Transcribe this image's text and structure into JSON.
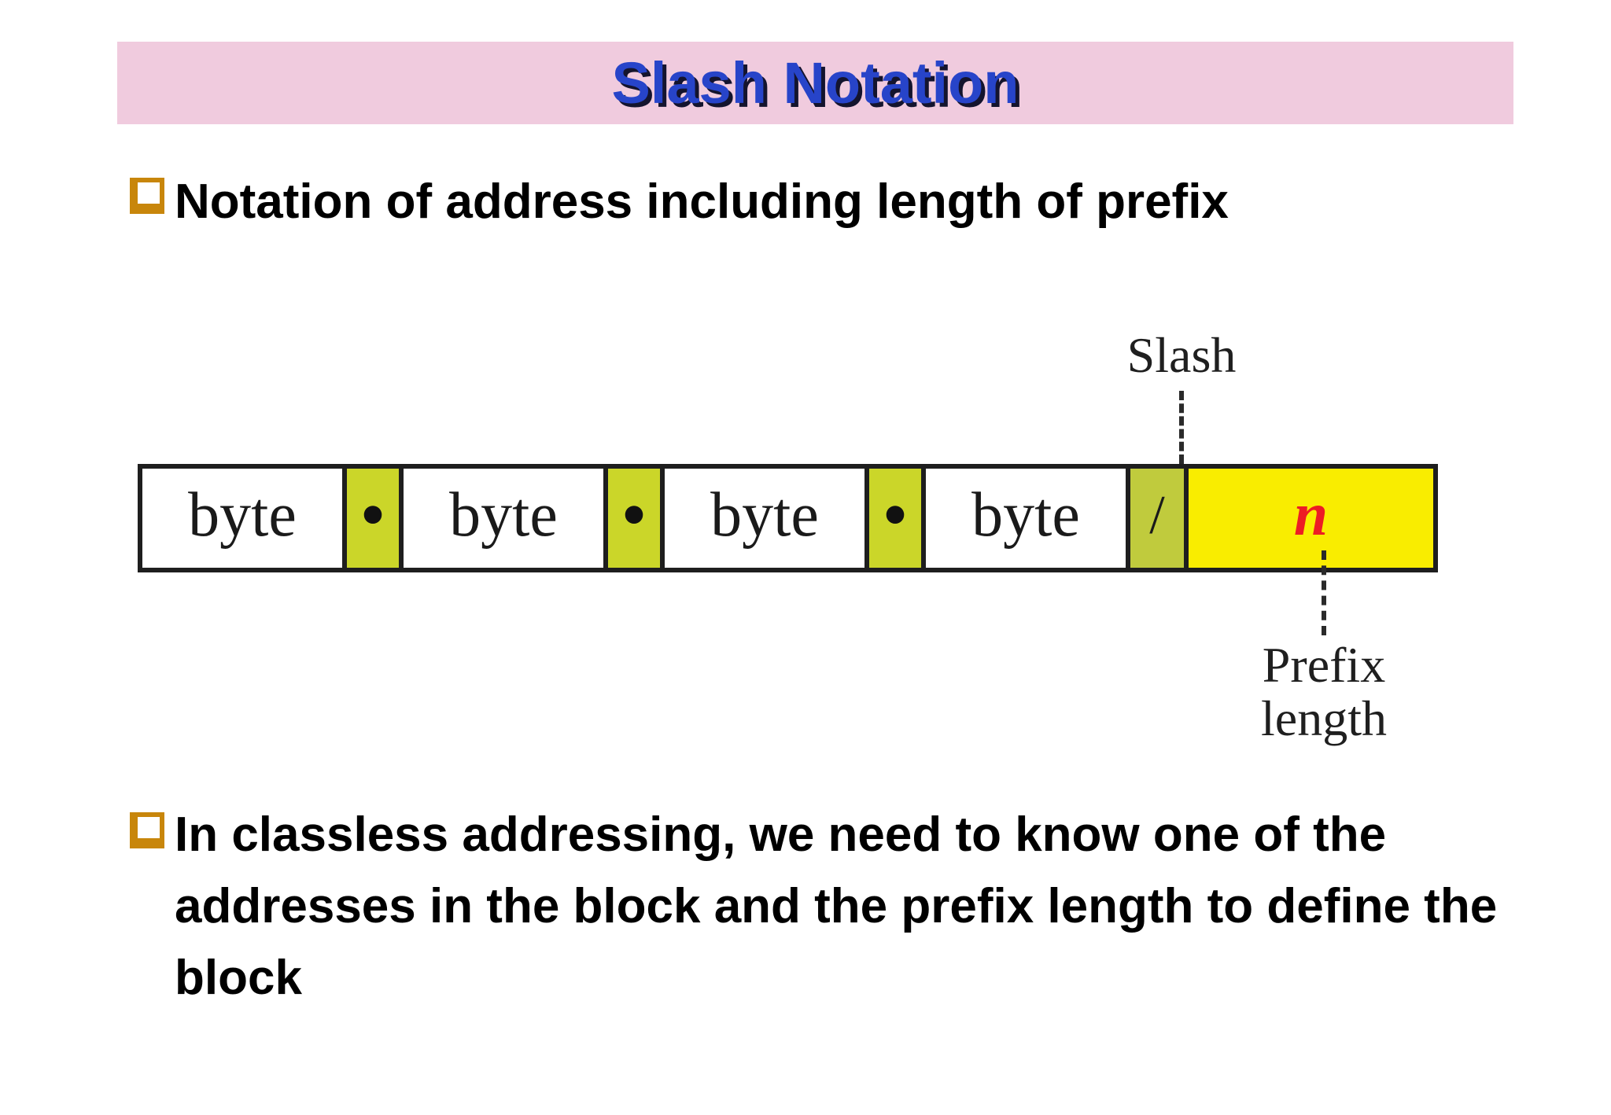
{
  "slide": {
    "title": "Slash Notation",
    "bullets": {
      "first": "Notation of address including length of prefix",
      "second_lines": [
        "In classless addressing, we need to know one of the",
        "addresses in the block and the prefix length to define the",
        "block"
      ]
    }
  },
  "diagram": {
    "cells": [
      {
        "type": "byte",
        "label": "byte"
      },
      {
        "type": "dot",
        "label": "•"
      },
      {
        "type": "byte",
        "label": "byte"
      },
      {
        "type": "dot",
        "label": "•"
      },
      {
        "type": "byte",
        "label": "byte"
      },
      {
        "type": "dot",
        "label": "•"
      },
      {
        "type": "byte",
        "label": "byte"
      },
      {
        "type": "slash",
        "label": "/"
      },
      {
        "type": "n",
        "label": "n"
      }
    ],
    "slash_callout": "Slash",
    "prefix_callout_lines": [
      "Prefix",
      "length"
    ]
  },
  "colors": {
    "header_bg": "#f0cbde",
    "title_blue": "#2744c9",
    "bullet_gold": "#c8860b",
    "separator_green": "#cbd629",
    "slash_cell_green": "#c0cb3d",
    "prefix_cell_yellow": "#f9ed00",
    "prefix_n_red": "#ed1c24"
  }
}
